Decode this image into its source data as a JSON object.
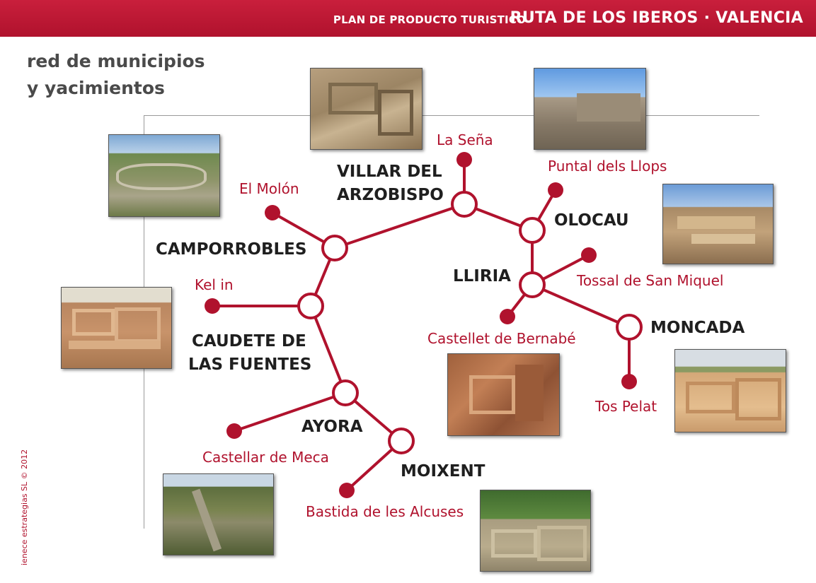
{
  "header": {
    "pre_title": "PLAN DE PRODUCTO TURISTICO",
    "main_title": "RUTA DE LOS IBEROS · VALENCIA"
  },
  "heading": {
    "line1": "red de municipios",
    "line2": "y yacimientos"
  },
  "copyright": "ienece estrategias SL © 2012",
  "colors": {
    "brand": "#b0122d",
    "muni_text": "#1f1f1f",
    "heading_text": "#4a4a4a"
  },
  "municipalities": {
    "villar_line1": "VILLAR DEL",
    "villar_line2": "ARZOBISPO",
    "camporrobles": "CAMPORROBLES",
    "olocau": "OLOCAU",
    "lliria": "LLIRIA",
    "caudete_line1": "CAUDETE DE",
    "caudete_line2": "LAS FUENTES",
    "moncada": "MONCADA",
    "ayora": "AYORA",
    "moixent": "MOIXENT"
  },
  "sites": {
    "la_sena": "La Seña",
    "puntal": "Puntal dels Llops",
    "el_molon": "El Molón",
    "tossal": "Tossal de San Miquel",
    "kelin": "Kel in",
    "castellet": "Castellet de Bernabé",
    "tos_pelat": "Tos Pelat",
    "castellar": "Castellar de Meca",
    "bastida": "Bastida de les Alcuses"
  }
}
